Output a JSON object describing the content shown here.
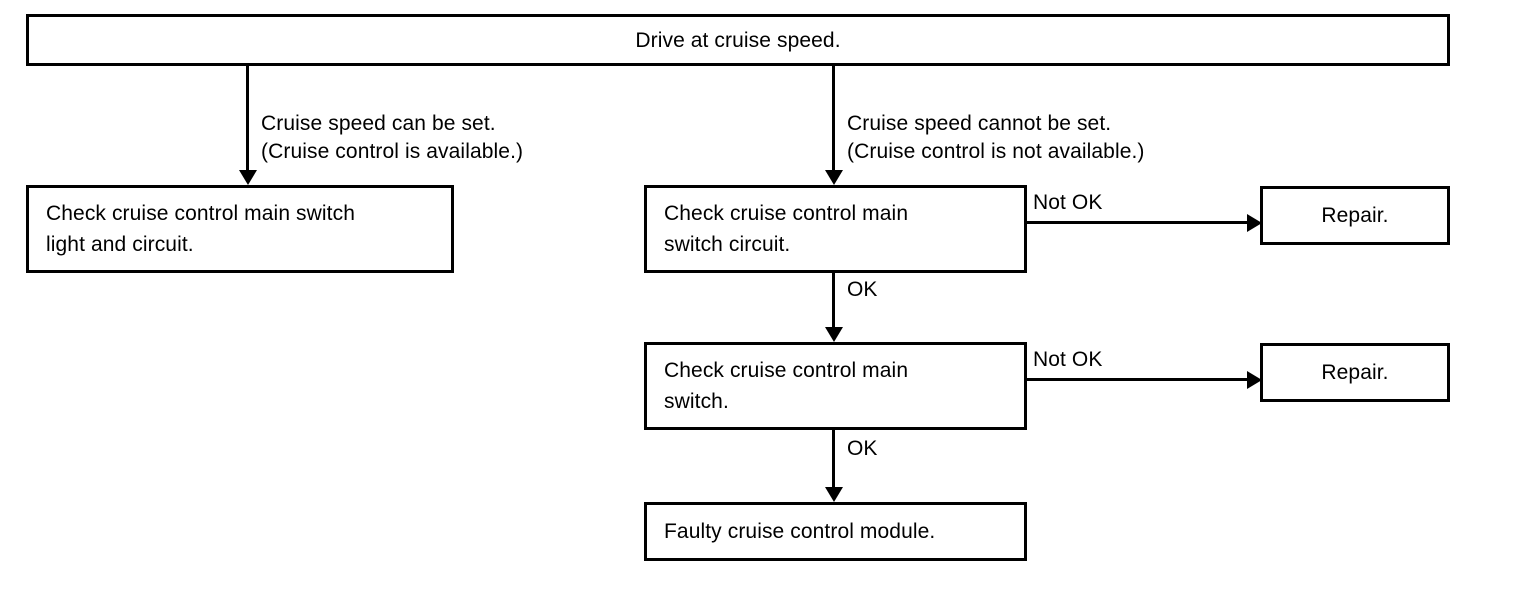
{
  "diagram": {
    "title_box": {
      "label": "Drive at cruise speed."
    },
    "boxes": [
      {
        "id": "start",
        "label": "Drive at cruise speed."
      },
      {
        "id": "check-light",
        "label": "Check cruise control main switch\nlight and circuit."
      },
      {
        "id": "check-circuit",
        "label": "Check cruise control main\nswitch circuit."
      },
      {
        "id": "check-switch",
        "label": "Check cruise control main\nswitch."
      },
      {
        "id": "faulty-module",
        "label": "Faulty cruise control module."
      },
      {
        "id": "repair-top",
        "label": "Repair."
      },
      {
        "id": "repair-bottom",
        "label": "Repair."
      }
    ],
    "edge_labels": {
      "left_branch": "Cruise speed can be set.\n(Cruise control is available.)",
      "right_branch": "Cruise speed cannot be set.\n(Cruise control is not available.)",
      "not_ok_top": "Not OK",
      "ok_top": "OK",
      "not_ok_bottom": "Not OK",
      "ok_bottom": "OK"
    },
    "colors": {
      "stroke": "#000000",
      "fill": "#ffffff",
      "text": "#000000"
    }
  }
}
